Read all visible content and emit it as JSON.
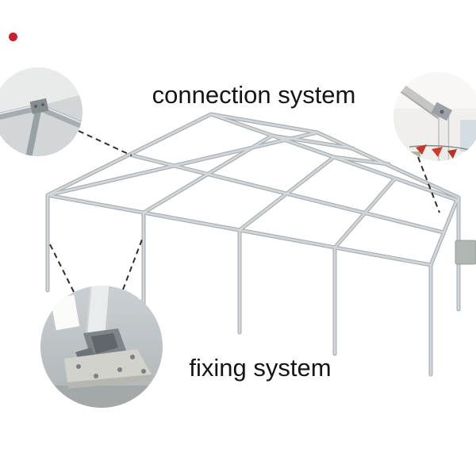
{
  "labels": {
    "connection_system": "connection system",
    "fixing_system": "fixing system"
  },
  "colors": {
    "background": "#ffffff",
    "frame_tube": "#a9afb3",
    "frame_highlight": "#d3d7d9",
    "leader_line": "#2e2e2e",
    "label_text": "#151515",
    "red_dot": "#c8202f"
  },
  "insets": [
    {
      "name": "ridge-connection-photo"
    },
    {
      "name": "corner-connection-photo"
    },
    {
      "name": "base-fixing-photo"
    }
  ]
}
